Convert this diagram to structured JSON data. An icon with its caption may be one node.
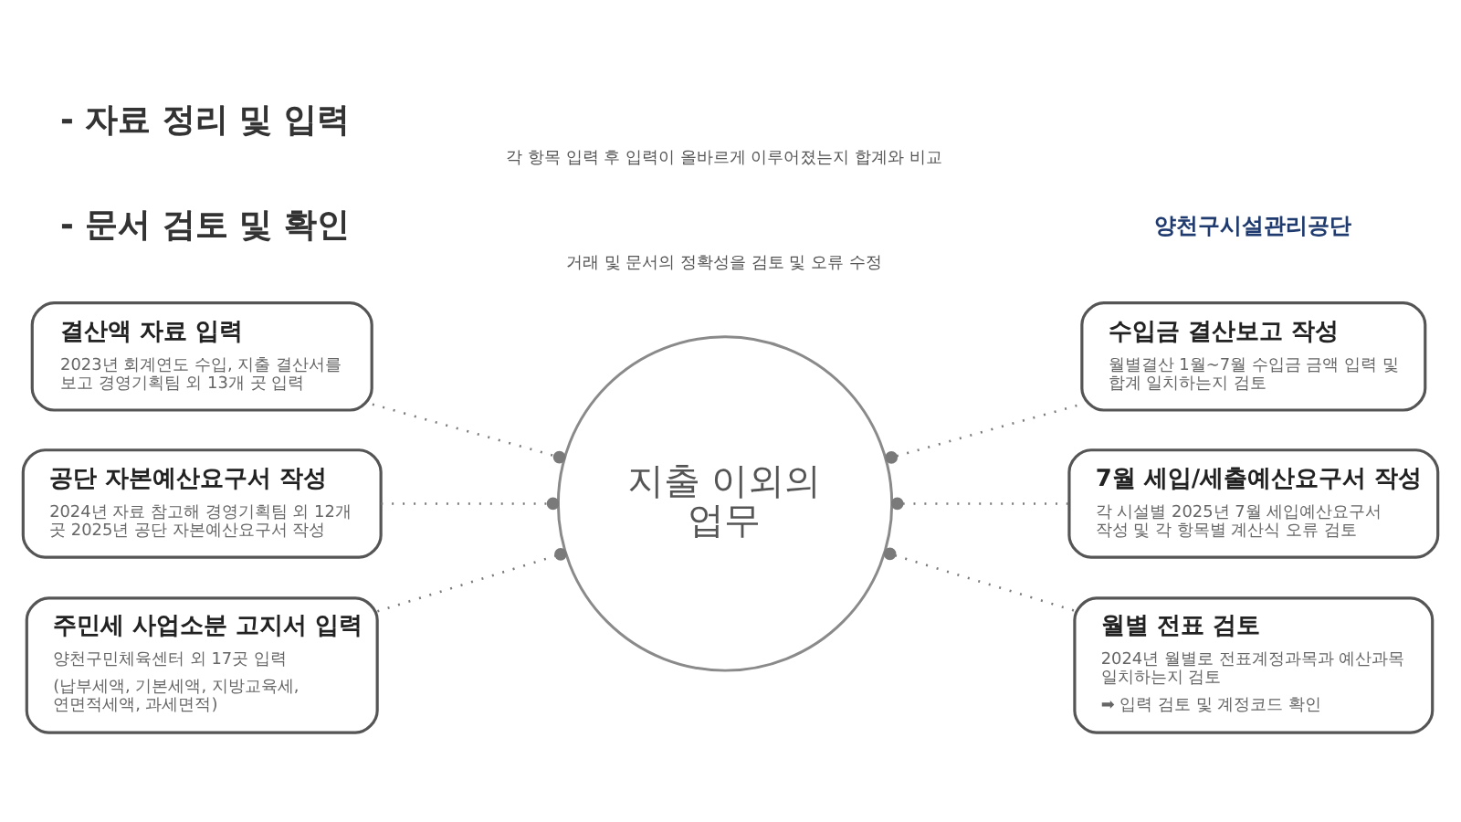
{
  "diagram": {
    "nodes": [
      {
        "text": [
          "지출 이외의 업무"
        ]
      },
      {
        "text": [
          "결산액 자료 입력",
          "2023년 회계연도 수입, 지출 결산서를 보고 경영기획팀 외 13개 곳 입력"
        ]
      },
      {
        "text": [
          "공단 자본예산요구서 작성",
          "2024년 자료 참고해 경영기획팀 외 12개 곳 2025년 공단 자본예산요구서 작성"
        ]
      },
      {
        "text": [
          "주민세 사업소분 고지서 입력",
          "양천구민체육센터 외 17곳 입력",
          "(납부세액, 기본세액, 지방교육세, 연면적세액, 과세면적)"
        ]
      },
      {
        "text": [
          "수입금 결산보고 작성",
          "월별결산 1월~7월 수입금 금액 입력 및 합계 일치하는지 검토"
        ]
      },
      {
        "text": [
          "7월 세입/세출예산요구서 작성",
          "각 시설별 2025년 7월 세입예산요구서 작성 및 각 항목별 계산식 오류 검토"
        ]
      },
      {
        "text": [
          "월별 전표 검토",
          "2024년 월별로 전표계정과목과 예산과목 일치하는지 검토",
          "➡ 입력 검토 및 계정코드 확인"
        ]
      }
    ],
    "edges": [
      {
        "from": 1,
        "to": 0,
        "arrow": "other",
        "style": "dashed"
      },
      {
        "from": 2,
        "to": 0,
        "arrow": "other",
        "style": "dashed"
      },
      {
        "from": 3,
        "to": 0,
        "arrow": "other",
        "style": "dashed"
      },
      {
        "from": 0,
        "to": 4,
        "arrow": "other",
        "style": "dashed"
      },
      {
        "from": 0,
        "to": 5,
        "arrow": "other",
        "style": "dashed"
      },
      {
        "from": 0,
        "to": 6,
        "arrow": "other",
        "style": "dashed"
      }
    ],
    "labels": [
      "양천구시설관리공단",
      "- 자료 정리 및 입력",
      "각 항목 입력 후 입력이 올바르게 이루어졌는지 합계와 비교",
      "- 문서 검토 및 확인",
      "거래 및 문서의 정확성을 검토 및 오류 수정"
    ]
  }
}
